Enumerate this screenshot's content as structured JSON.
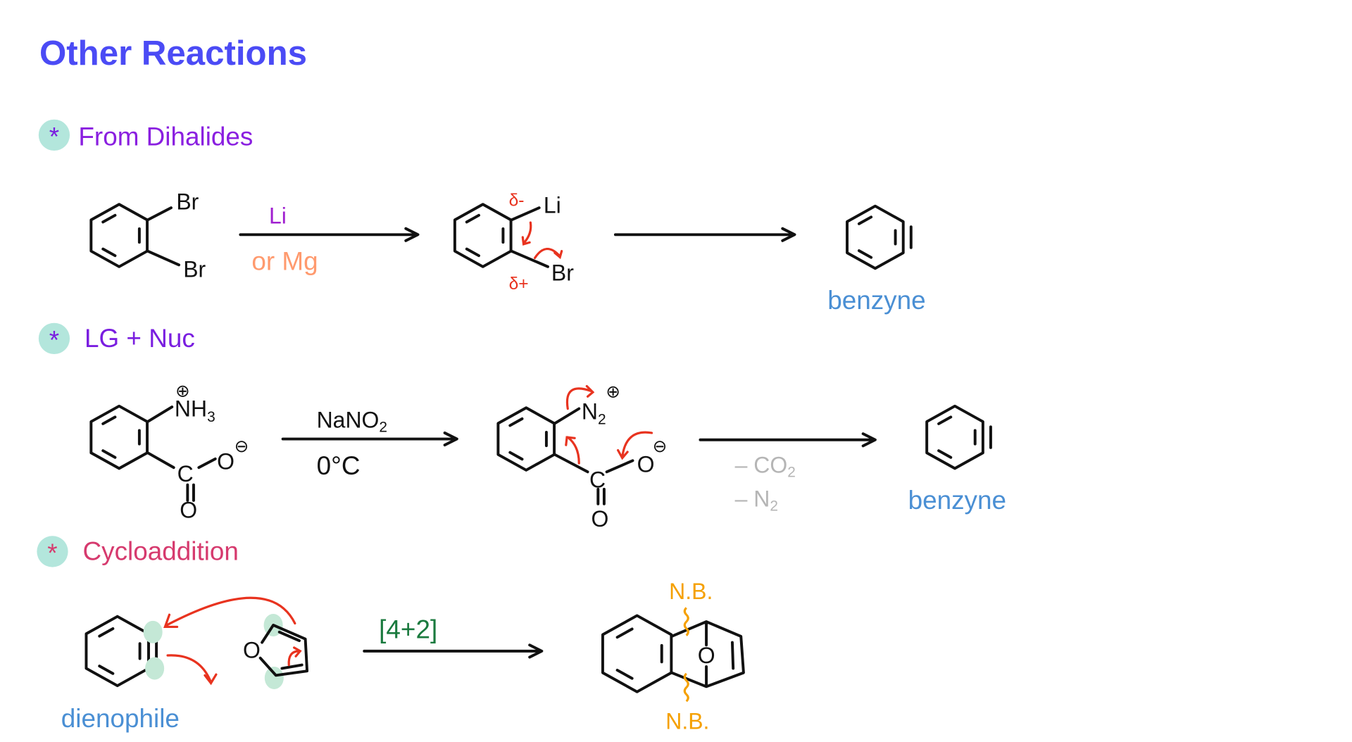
{
  "title": "Other Reactions",
  "colors": {
    "title": "#4b4bf5",
    "header_purple": "#7a1ee0",
    "header_pink": "#d63a6e",
    "bullet": "#b3e6dc",
    "red": "#e8331f",
    "blue": "#4a8fd4",
    "salmon": "#ff9a6e",
    "reagent_purple": "#a020d0",
    "green": "#1a7a3e",
    "orange": "#f5a000",
    "gray": "#b5b5b5"
  },
  "sections": [
    {
      "bullet": "*",
      "header": "From Dihalides",
      "reactant": {
        "sub1": "Br",
        "sub2": "Br"
      },
      "reagent_top": "Li",
      "reagent_bottom": "or Mg",
      "intermediate": {
        "sub1": "Li",
        "sub2": "Br",
        "charge1": "δ-",
        "charge2": "δ+"
      },
      "product_label": "benzyne"
    },
    {
      "bullet": "*",
      "header": "LG + Nuc",
      "reactant": {
        "amine": "NH",
        "amine_sub": "3",
        "plus": "⊕",
        "carbon": "C",
        "oxygen": "O",
        "minus": "⊖",
        "carbonyl_o": "O"
      },
      "reagent_top": "NaNO",
      "reagent_top_sub": "2",
      "reagent_bottom": "0°C",
      "intermediate": {
        "diazo": "N",
        "diazo_sub": "2",
        "plus": "⊕",
        "carbon": "C",
        "oxygen": "O",
        "minus": "⊖",
        "carbonyl_o": "O"
      },
      "byproduct1": "– CO",
      "byproduct1_sub": "2",
      "byproduct2": "– N",
      "byproduct2_sub": "2",
      "product_label": "benzyne"
    },
    {
      "bullet": "*",
      "header": "Cycloaddition",
      "dienophile_label": "dienophile",
      "furan_o": "O",
      "reagent_top": "[4+2]",
      "product_o": "O",
      "note_top": "N.B.",
      "note_bottom": "N.B."
    }
  ]
}
